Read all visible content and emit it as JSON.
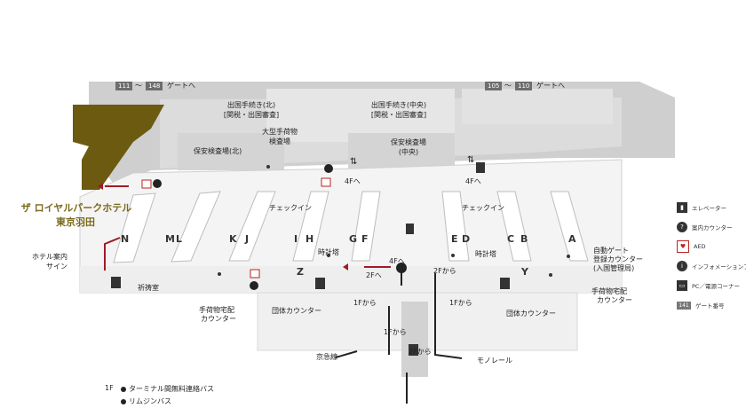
{
  "gate_ranges": {
    "left": {
      "from": "111",
      "sep": "～",
      "to": "148",
      "text": "ゲートへ"
    },
    "right": {
      "from": "105",
      "sep": "～",
      "to": "110",
      "text": "ゲートへ"
    }
  },
  "areas": {
    "departure_north": "出国手続き(北)",
    "departure_north_sub": "[関税・出国審査]",
    "departure_center": "出国手続き(中央)",
    "departure_center_sub": "[関税・出国審査]",
    "oversize_baggage_1": "大型手荷物",
    "oversize_baggage_2": "検査場",
    "security_north": "保安検査場(北)",
    "security_center_1": "保安検査場",
    "security_center_2": "(中央)",
    "checkin_left": "チェックイン",
    "checkin_right": "チェックイン",
    "clock_left": "時計塔",
    "clock_right": "時計塔",
    "to_4f_left": "4Fへ",
    "to_4f_right": "4Fへ",
    "to_4f_mid": "4Fへ",
    "prayer_room": "祈祷室",
    "baggage_delivery_left_1": "手荷物宅配",
    "baggage_delivery_left_2": "カウンター",
    "group_counter_left": "団体カウンター",
    "group_counter_right": "団体カウンター",
    "auto_gate_1": "自動ゲート",
    "auto_gate_2": "登録カウンター",
    "auto_gate_3": "(入国管理局)",
    "baggage_delivery_right_1": "手荷物宅配",
    "baggage_delivery_right_2": "カウンター",
    "hotel_info_1": "ホテル案内",
    "hotel_info_2": "サイン",
    "to_2f_a": "2Fへ",
    "from_2f_a": "2Fから",
    "from_1f_a": "1Fから",
    "from_1f_b": "1Fから",
    "from_1f_c": "1Fから",
    "from_2f_b": "2Fから",
    "keikyu": "京急線",
    "monorail": "モノレール"
  },
  "hotel": {
    "line1": "ザ ロイヤルパークホテル",
    "line2": "東京羽田"
  },
  "gates": [
    "N",
    "M",
    "L",
    "K",
    "J",
    "I",
    "H",
    "G",
    "F",
    "E",
    "D",
    "C",
    "B",
    "A",
    "Z",
    "Y"
  ],
  "legend": {
    "elevator": "エレベーター",
    "info_counter": "案内カウンター",
    "aed": "AED",
    "info_phone": "インフォメーションフォン",
    "pc_power": "PC／電源コーナー",
    "gate_number": "ゲート番号",
    "gate_number_sample": "141"
  },
  "bottom": {
    "floor": "1F",
    "bus": "ターミナル間無料連絡バス",
    "limousine": "リムジンバス"
  },
  "colors": {
    "gray_area": "#c9c9c9",
    "light_area": "#ebebeb",
    "hotel": "#6b5a10",
    "arrow_red": "#a01b25",
    "arrow_dark": "#222222"
  }
}
